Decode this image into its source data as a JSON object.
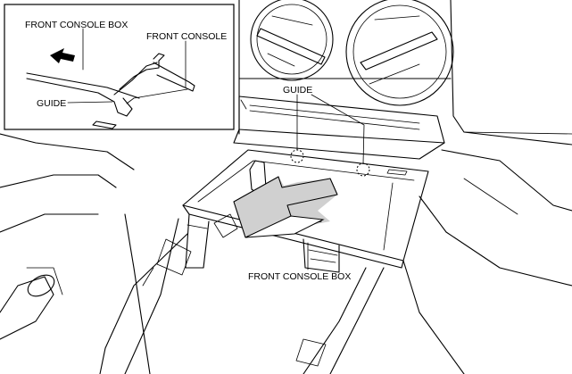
{
  "labels": {
    "inset_console_box": "FRONT CONSOLE BOX",
    "inset_front_console": "FRONT CONSOLE",
    "inset_guide": "GUIDE",
    "main_guide": "GUIDE",
    "main_console_box": "FRONT CONSOLE BOX"
  },
  "colors": {
    "line": "#000000",
    "background": "#ffffff",
    "arrow_shade": "#d0d0d0"
  },
  "icons": {
    "inset_arrow": "left-arrow-icon",
    "main_arrow": "removal-direction-arrow-icon"
  }
}
